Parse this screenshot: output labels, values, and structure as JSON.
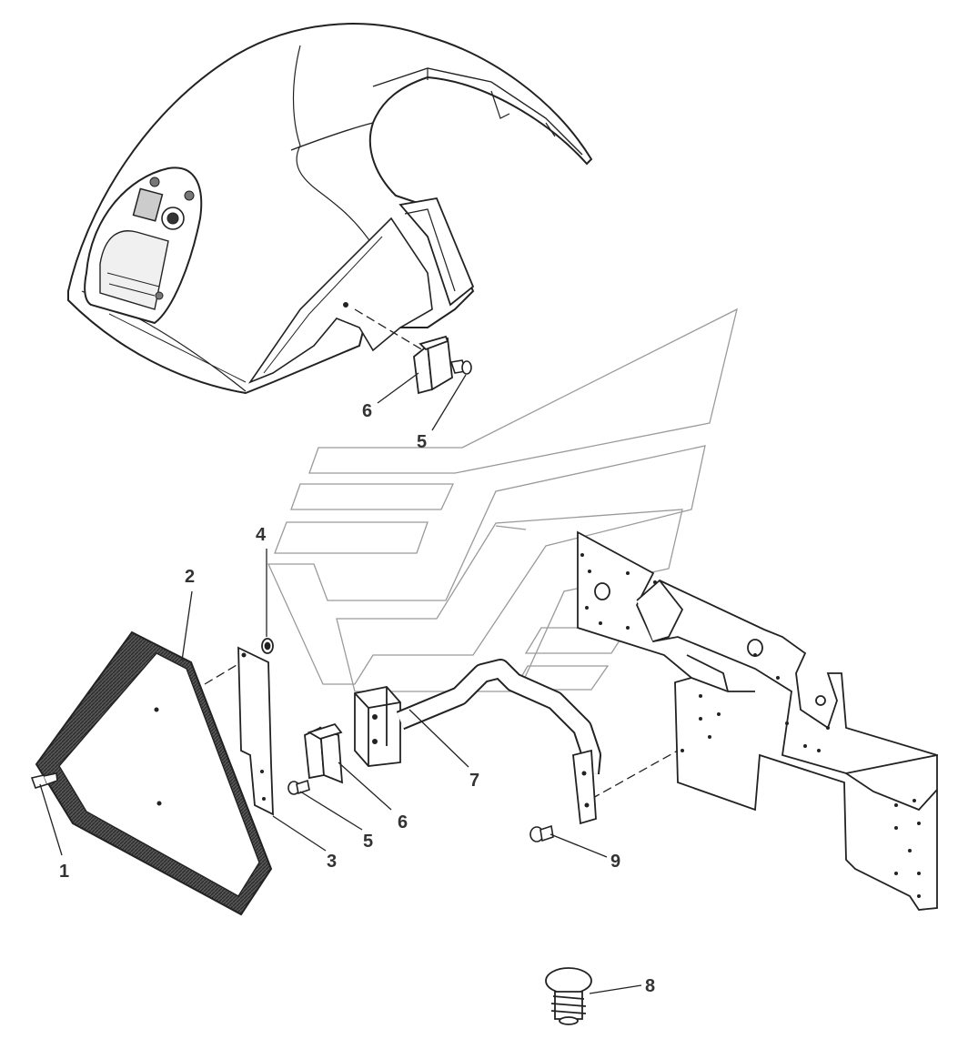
{
  "diagram": {
    "callouts": {
      "c1": "1",
      "c2": "2",
      "c3": "3",
      "c4": "4",
      "c5a": "5",
      "c5b": "5",
      "c6a": "6",
      "c6b": "6",
      "c7": "7",
      "c8": "8",
      "c9": "9"
    },
    "colors": {
      "line": "#222222",
      "watermark": "#9a9a9a",
      "reflector_fill": "#4a4a4a"
    }
  }
}
